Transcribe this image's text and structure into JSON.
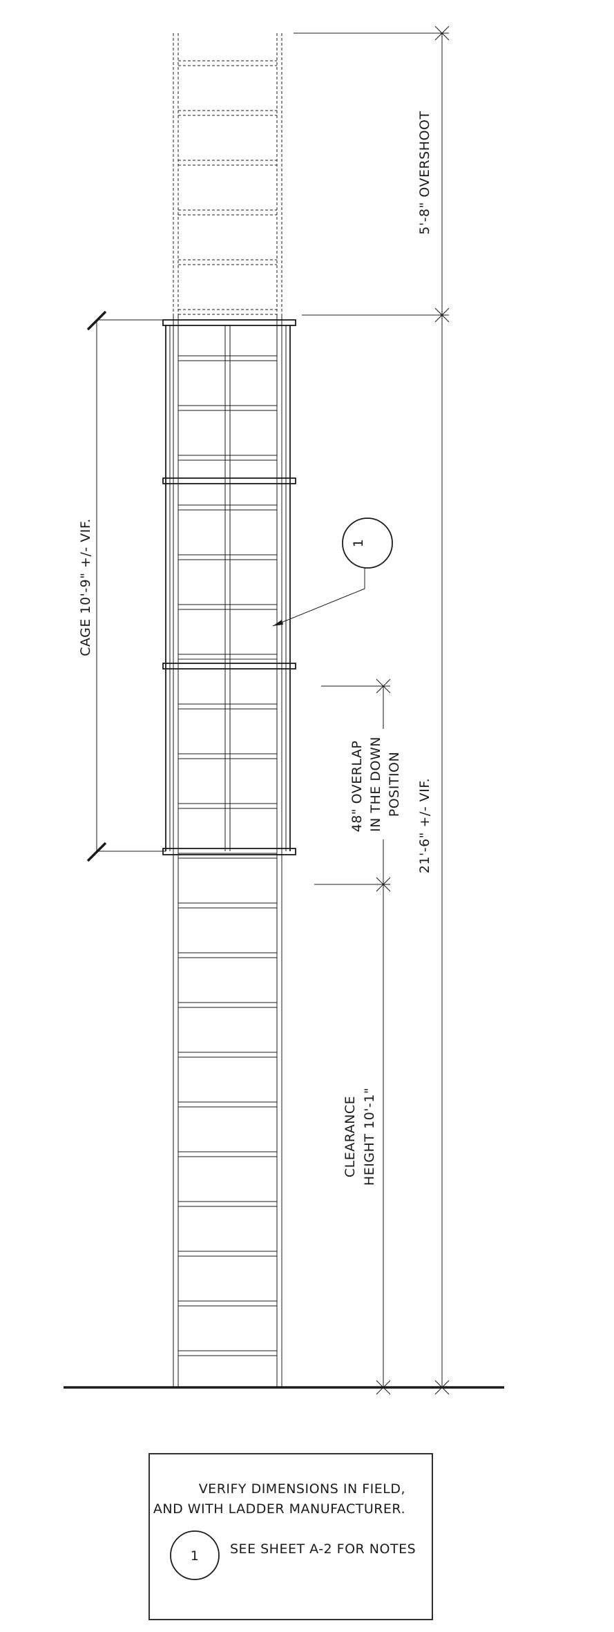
{
  "drawing": {
    "dimensions": {
      "overshoot": "5'-8\"  OVERSHOOT",
      "cage": "CAGE 10'-9\"  +/-  VIF.",
      "overlap_line1": "48\" OVERLAP",
      "overlap_line2": "IN THE DOWN",
      "overlap_line3": "POSITION",
      "total": "21'-6\"   +/- VIF.",
      "clearance_line1": "CLEARANCE",
      "clearance_line2": "HEIGHT 10'-1\""
    },
    "callout_tag": "1",
    "note_box": {
      "line1": "VERIFY DIMENSIONS IN FIELD,",
      "line2": "AND WITH LADDER MANUFACTURER.",
      "tag": "1",
      "note": "SEE SHEET A-2 FOR NOTES"
    }
  }
}
